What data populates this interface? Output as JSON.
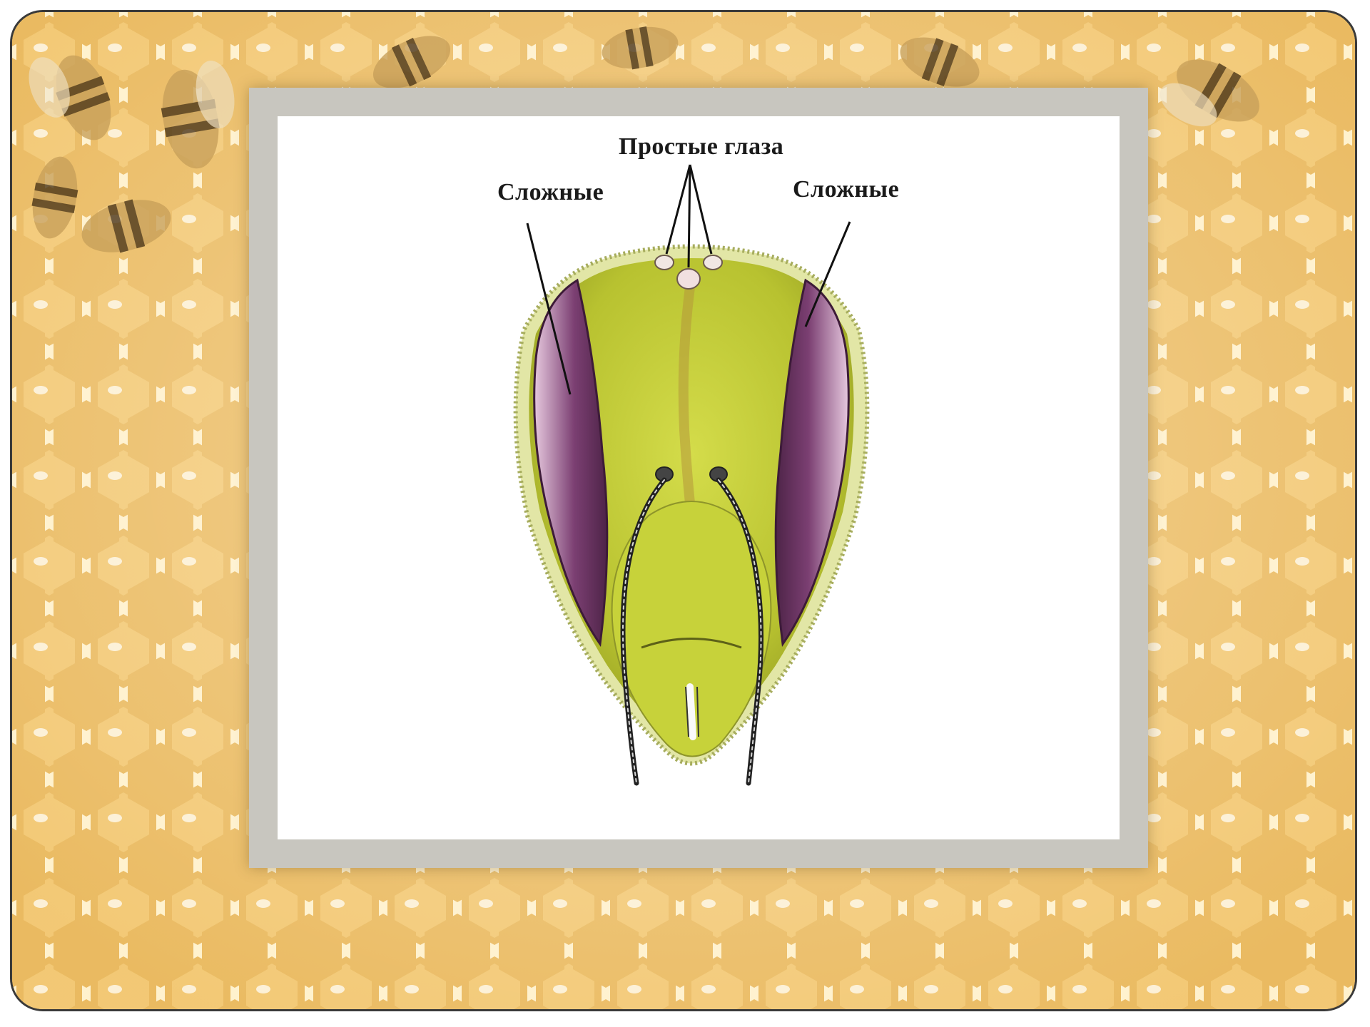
{
  "diagram": {
    "labels": {
      "simple_eyes": "Простые глаза",
      "compound_left": "Сложные",
      "compound_right": "Сложные"
    }
  },
  "colors": {
    "honey": "#f0c46c",
    "comb_wall": "#fff3d2",
    "frame": "#c8c6bf",
    "head_yellow": "#c9d33a",
    "eye_purple": "#6b3560"
  }
}
